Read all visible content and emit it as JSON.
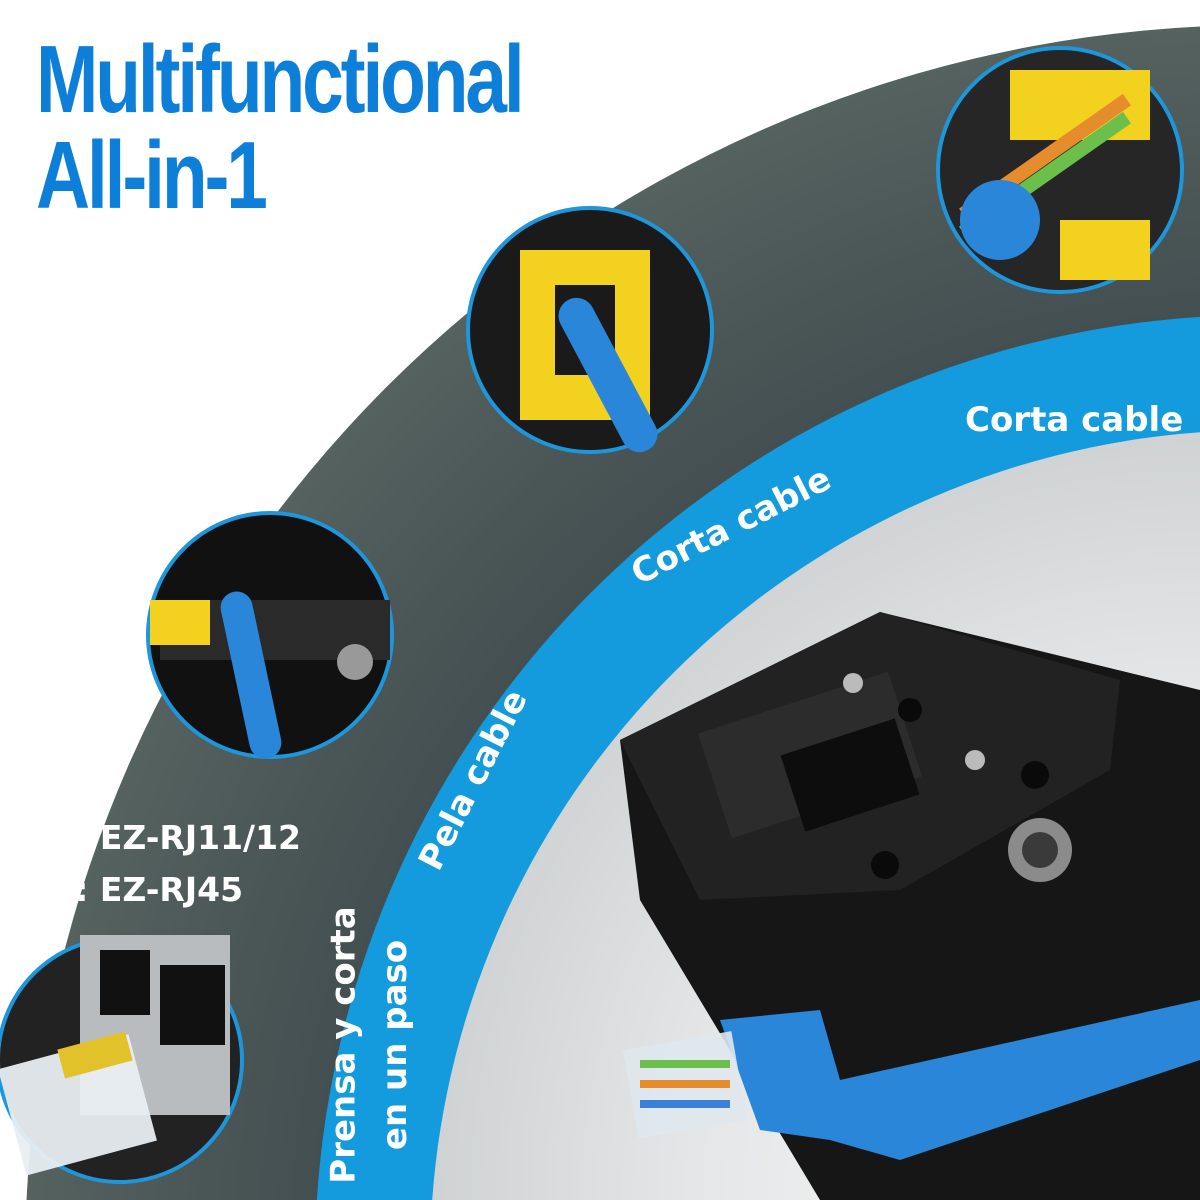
{
  "title": {
    "line1": "Multifunctional",
    "line2": "All-in-1"
  },
  "features": {
    "cutter_top": "Corta cable",
    "cutter_arc": "Corta cable",
    "stripper": "Pela cable",
    "crimp_line1": "Prensa y corta",
    "crimp_line2": "en un paso"
  },
  "specs": {
    "six_pin": "6P: EZ-RJ11/12",
    "eight_pin": "8P: EZ-RJ45"
  },
  "colors": {
    "title_blue": "#0e7fd8",
    "ring_blue": "#139bde",
    "ring_dark": "#4a5558",
    "tool_yellow": "#f2d21e",
    "cable_blue": "#2a86d8"
  }
}
